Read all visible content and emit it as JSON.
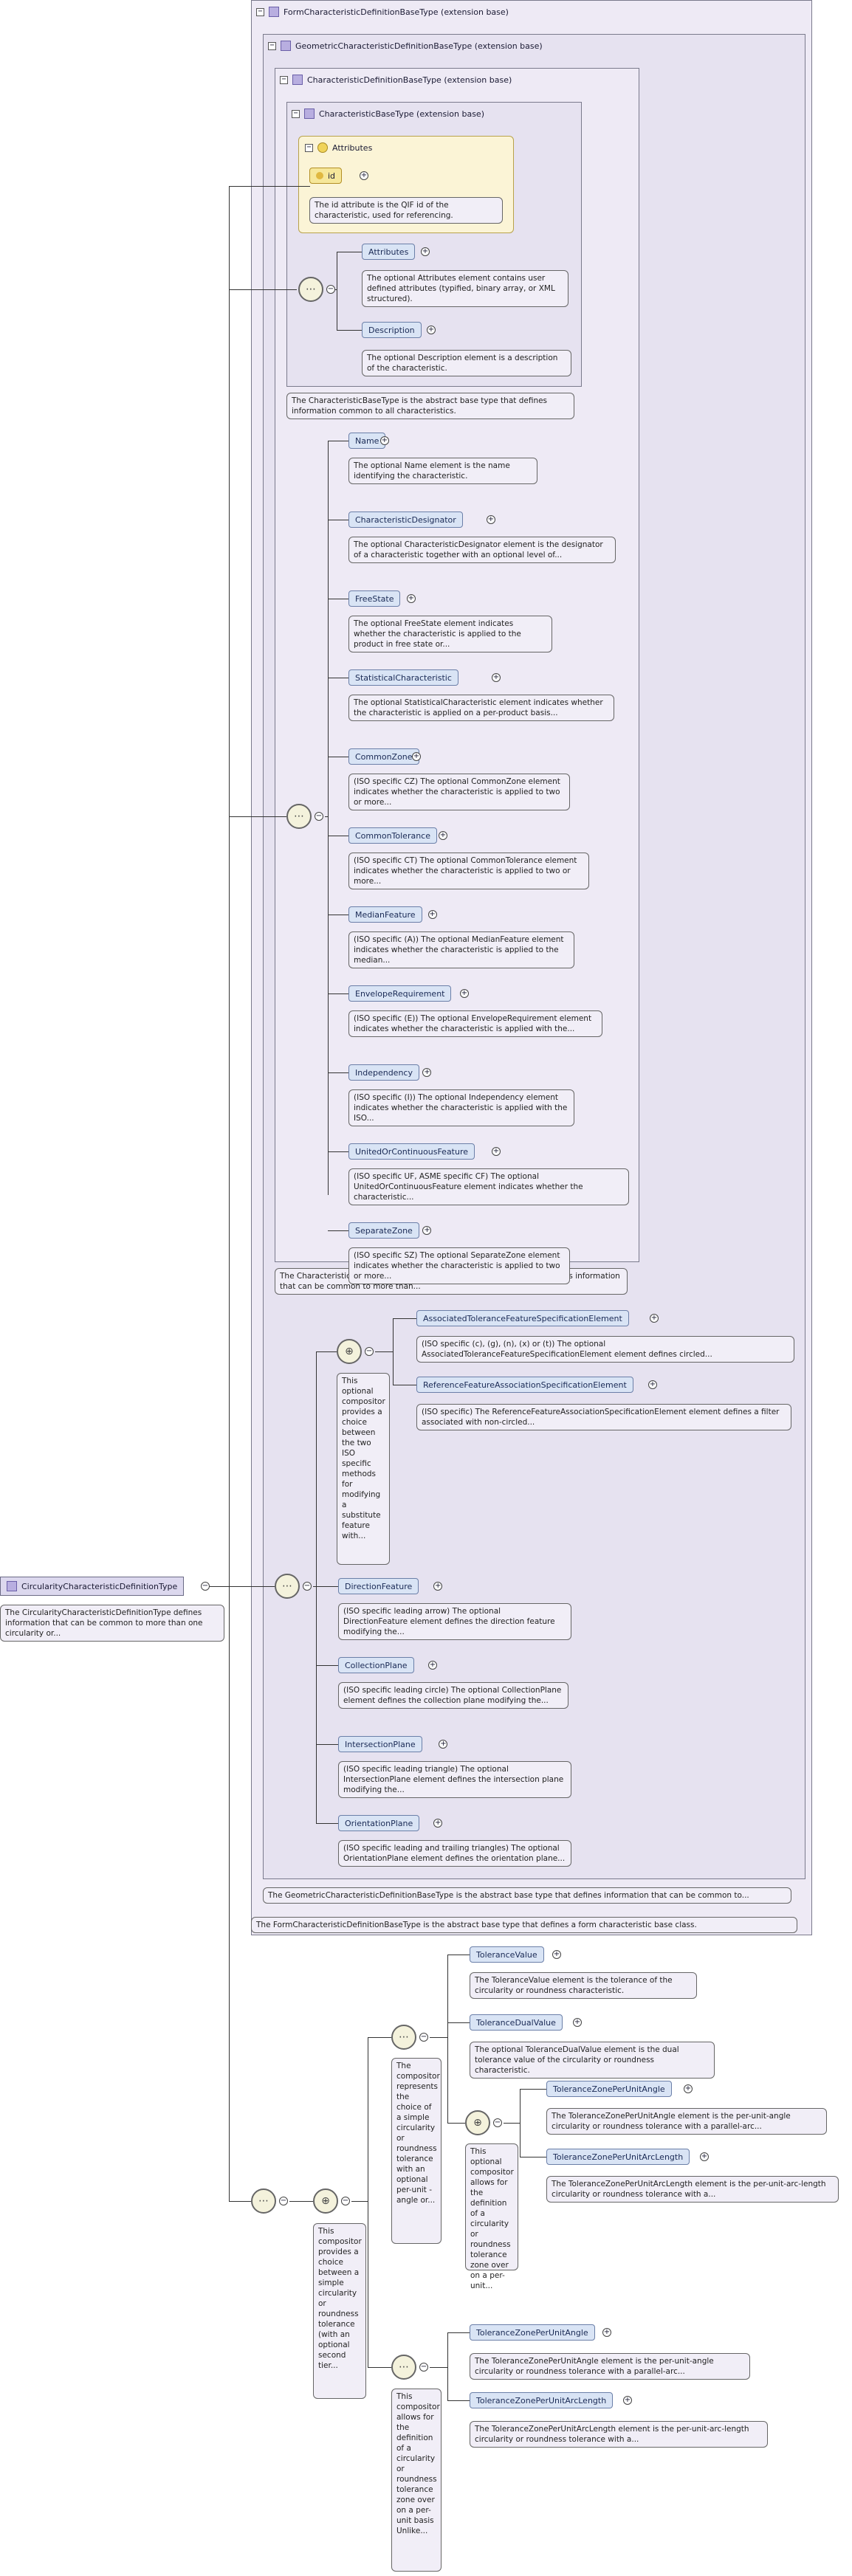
{
  "root": {
    "name": "CircularityCharacteristicDefinitionType",
    "note": "The CircularityCharacteristicDefinitionType defines information that can be common to more than one circularity or..."
  },
  "types": {
    "form": {
      "label": "FormCharacteristicDefinitionBaseType (extension base)",
      "note": "The FormCharacteristicDefinitionBaseType is the abstract base type that defines a form characteristic base class."
    },
    "geometric": {
      "label": "GeometricCharacteristicDefinitionBaseType (extension base)",
      "note": "The GeometricCharacteristicDefinitionBaseType is the abstract base type that defines information that can be common to..."
    },
    "characteristicDefinition": {
      "label": "CharacteristicDefinitionBaseType (extension base)",
      "note": "The CharacteristicDefinitionBaseType is the abstract base type that defines information that can be common to more than..."
    },
    "characteristicBase": {
      "label": "CharacteristicBaseType (extension base)",
      "note": "The CharacteristicBaseType is the abstract base type that defines information common to all characteristics."
    }
  },
  "attributes": {
    "label": "Attributes",
    "id": "id",
    "id_note": "The id attribute is the QIF id of the characteristic, used for referencing."
  },
  "base_elements": [
    {
      "name": "Attributes",
      "note": "The optional Attributes element contains user defined attributes (typified, binary array, or XML structured)."
    },
    {
      "name": "Description",
      "note": "The optional Description element is a description of the characteristic."
    }
  ],
  "definition_elements": [
    {
      "name": "Name",
      "note": "The optional Name element is the name identifying the characteristic."
    },
    {
      "name": "CharacteristicDesignator",
      "note": "The optional CharacteristicDesignator element is the designator of a characteristic together with an optional level of..."
    },
    {
      "name": "FreeState",
      "note": "The optional FreeState element indicates whether the characteristic is applied to the product in free state or..."
    },
    {
      "name": "StatisticalCharacteristic",
      "note": "The optional StatisticalCharacteristic element indicates whether the characteristic is applied on a per-product basis..."
    },
    {
      "name": "CommonZone",
      "note": "(ISO specific CZ) The optional CommonZone element indicates whether the characteristic is applied to two or more..."
    },
    {
      "name": "CommonTolerance",
      "note": "(ISO specific CT) The optional CommonTolerance element indicates whether the characteristic is applied to two or more..."
    },
    {
      "name": "MedianFeature",
      "note": "(ISO specific (A)) The optional MedianFeature element indicates whether the characteristic is applied to the median..."
    },
    {
      "name": "EnvelopeRequirement",
      "note": "(ISO specific (E)) The optional EnvelopeRequirement element indicates whether the characteristic is applied with the..."
    },
    {
      "name": "Independency",
      "note": "(ISO specific (I)) The optional Independency element indicates whether the characteristic is applied with the ISO..."
    },
    {
      "name": "UnitedOrContinuousFeature",
      "note": "(ISO specific UF, ASME specific CF) The optional UnitedOrContinuousFeature element indicates whether the characteristic..."
    },
    {
      "name": "SeparateZone",
      "note": "(ISO specific SZ) The optional SeparateZone element indicates whether the characteristic is applied to two or more..."
    }
  ],
  "choice_iso": {
    "note": "This optional compositor provides a choice between the two ISO specific methods for modifying a substitute feature with...",
    "elements": [
      {
        "name": "AssociatedToleranceFeatureSpecificationElement",
        "note": "(ISO specific (c), (g), (n), (x) or (t)) The optional AssociatedToleranceFeatureSpecificationElement element defines circled..."
      },
      {
        "name": "ReferenceFeatureAssociationSpecificationElement",
        "note": "(ISO specific) The ReferenceFeatureAssociationSpecificationElement element defines a filter associated with non-circled..."
      }
    ]
  },
  "geometric_elements": [
    {
      "name": "DirectionFeature",
      "note": "(ISO specific leading arrow) The optional DirectionFeature element defines the direction feature modifying the..."
    },
    {
      "name": "CollectionPlane",
      "note": "(ISO specific leading circle) The optional CollectionPlane element defines the collection plane modifying the..."
    },
    {
      "name": "IntersectionPlane",
      "note": "(ISO specific leading triangle) The optional IntersectionPlane element defines the intersection plane modifying the..."
    },
    {
      "name": "OrientationPlane",
      "note": "(ISO specific leading and trailing triangles) The optional OrientationPlane element defines the orientation plane..."
    }
  ],
  "tolerance_choice": {
    "note": "This compositor provides a choice between a simple circularity or roundness tolerance (with an optional second tier..."
  },
  "tolerance_seq": {
    "note": "The compositor represents the choice of a simple circularity or roundness tolerance with an optional per-unit -angle or...",
    "elements": [
      {
        "name": "ToleranceValue",
        "note": "The ToleranceValue element is the tolerance of the circularity or roundness characteristic."
      },
      {
        "name": "ToleranceDualValue",
        "note": "The optional ToleranceDualValue element is the dual tolerance value of the circularity or roundness characteristic."
      }
    ]
  },
  "tolerance_inner_choice": {
    "note": "This optional compositor allows for the definition of a circularity or roundness tolerance zone over on a per-unit...",
    "elements": [
      {
        "name": "ToleranceZonePerUnitAngle",
        "note": "The ToleranceZonePerUnitAngle element is the per-unit-angle circularity or roundness tolerance with a parallel-arc..."
      },
      {
        "name": "ToleranceZonePerUnitArcLength",
        "note": "The ToleranceZonePerUnitArcLength element is the per-unit-arc-length circularity or roundness tolerance with a..."
      }
    ]
  },
  "tolerance_second_seq": {
    "note": "This compositor allows for the definition of a circularity or roundness tolerance zone over on a per-unit basis Unlike...",
    "elements": [
      {
        "name": "ToleranceZonePerUnitAngle",
        "note": "The ToleranceZonePerUnitAngle element is the per-unit-angle circularity or roundness tolerance with a parallel-arc..."
      },
      {
        "name": "ToleranceZonePerUnitArcLength",
        "note": "The ToleranceZonePerUnitArcLength element is the per-unit-arc-length circularity or roundness tolerance with a..."
      }
    ]
  }
}
